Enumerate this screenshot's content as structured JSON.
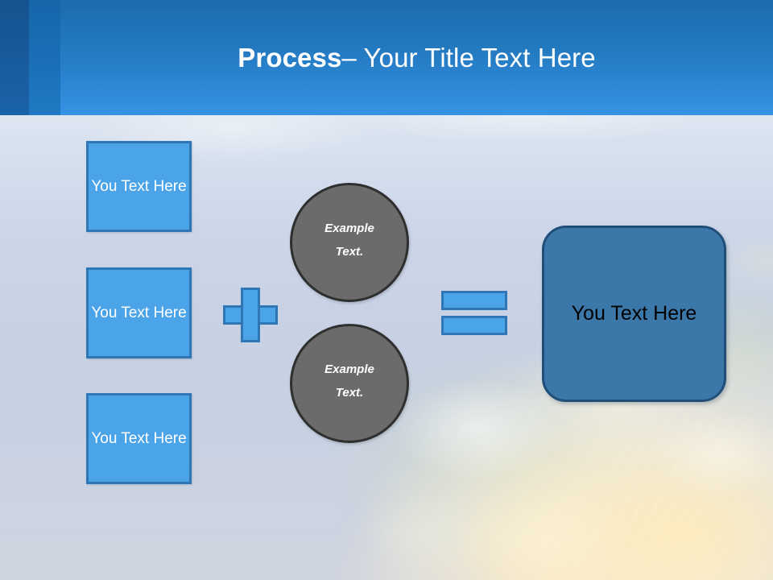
{
  "slide": {
    "title": {
      "strong": "Process",
      "rest": " – Your Title Text Here"
    },
    "colors": {
      "header_top": "#1d6aad",
      "header_bottom": "#3693e4",
      "header_band_dark": "#14538f",
      "header_band_mid": "#1765a9",
      "box_fill": "#4ba3e8",
      "box_border": "#2e76b4",
      "circle_fill": "#6b6b6b",
      "circle_border": "#2f2f2f",
      "result_fill": "#3b78a9",
      "result_border": "#1f4e79",
      "background": "#c9d2e4"
    }
  },
  "diagram": {
    "input_boxes": [
      {
        "label": "You Text Here"
      },
      {
        "label": "You Text Here"
      },
      {
        "label": "You Text Here"
      }
    ],
    "operators": {
      "plus": "+",
      "equals": "="
    },
    "circles": [
      {
        "line1": "Example",
        "line2": "Text."
      },
      {
        "line1": "Example",
        "line2": "Text."
      }
    ],
    "result": {
      "label": "You Text Here"
    }
  }
}
